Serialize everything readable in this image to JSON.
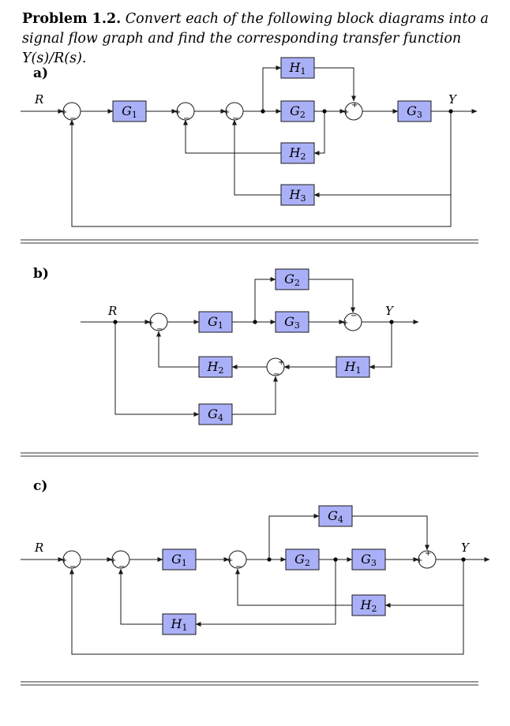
{
  "problem": {
    "number": "Problem 1.2.",
    "statement": "Convert each of the following block diagrams into a signal flow graph and find the corresponding transfer function Y(s)/R(s)."
  },
  "parts": [
    {
      "label": "a)",
      "input": "R",
      "output": "Y",
      "blocks": [
        {
          "sym": "G",
          "sub": "1"
        },
        {
          "sym": "H",
          "sub": "1"
        },
        {
          "sym": "G",
          "sub": "2"
        },
        {
          "sym": "G",
          "sub": "3"
        },
        {
          "sym": "H",
          "sub": "2"
        },
        {
          "sym": "H",
          "sub": "3"
        }
      ]
    },
    {
      "label": "b)",
      "input": "R",
      "output": "Y",
      "blocks": [
        {
          "sym": "G",
          "sub": "2"
        },
        {
          "sym": "G",
          "sub": "1"
        },
        {
          "sym": "G",
          "sub": "3"
        },
        {
          "sym": "H",
          "sub": "2"
        },
        {
          "sym": "H",
          "sub": "1"
        },
        {
          "sym": "G",
          "sub": "4"
        }
      ]
    },
    {
      "label": "c)",
      "input": "R",
      "output": "Y",
      "blocks": [
        {
          "sym": "G",
          "sub": "4"
        },
        {
          "sym": "G",
          "sub": "1"
        },
        {
          "sym": "G",
          "sub": "2"
        },
        {
          "sym": "G",
          "sub": "3"
        },
        {
          "sym": "H",
          "sub": "2"
        },
        {
          "sym": "H",
          "sub": "1"
        }
      ]
    }
  ],
  "signs": {
    "plus": "+",
    "minus": "−"
  },
  "colors": {
    "block_fill": "#aab0f7",
    "stroke": "#1a1a1a"
  }
}
